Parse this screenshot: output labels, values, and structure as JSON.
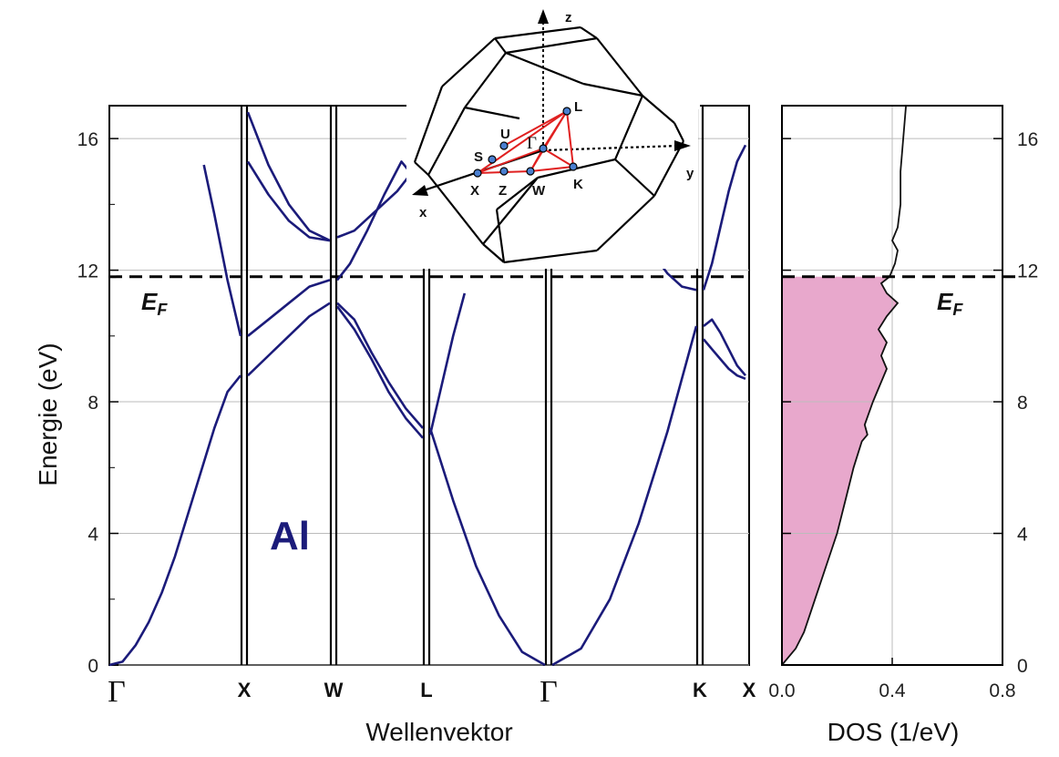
{
  "chart_data": [
    {
      "type": "line",
      "material": "Al",
      "xlabel": "Wellenvektor",
      "ylabel": "Energie   (eV)",
      "kpoints": [
        "Γ",
        "X",
        "W",
        "L",
        "Γ",
        "K",
        "X"
      ],
      "ylim": [
        0,
        17
      ],
      "yticks": [
        0,
        4,
        8,
        12,
        16
      ],
      "fermi_energy": 11.8,
      "fermi_label": "E",
      "fermi_label_sub": "F",
      "band_color": "#1b1b7a",
      "bands": [
        {
          "segment": "Γ-X",
          "x": [
            0,
            0.1,
            0.2,
            0.3,
            0.4,
            0.5,
            0.6,
            0.7,
            0.8,
            0.9,
            1.0
          ],
          "y": [
            0.0,
            0.1,
            0.6,
            1.3,
            2.2,
            3.3,
            4.6,
            5.9,
            7.2,
            8.3,
            8.8
          ]
        },
        {
          "segment": "Γ-X",
          "x": [
            0.72,
            0.8,
            0.9,
            1.0
          ],
          "y": [
            15.2,
            13.7,
            11.7,
            10.0
          ]
        },
        {
          "segment": "X-W",
          "x": [
            0,
            0.25,
            0.5,
            0.75,
            1.0
          ],
          "y": [
            8.8,
            9.4,
            10.0,
            10.6,
            11.0
          ]
        },
        {
          "segment": "X-W",
          "x": [
            0,
            0.25,
            0.5,
            0.75,
            1.0
          ],
          "y": [
            10.0,
            10.5,
            11.0,
            11.5,
            11.7
          ]
        },
        {
          "segment": "X-W",
          "x": [
            0,
            0.25,
            0.5,
            0.75,
            1.0
          ],
          "y": [
            15.3,
            14.3,
            13.5,
            13.0,
            12.9
          ]
        },
        {
          "segment": "X-W",
          "x": [
            0,
            0.25,
            0.5,
            0.75,
            1.0
          ],
          "y": [
            16.8,
            15.2,
            14.0,
            13.2,
            12.9
          ]
        },
        {
          "segment": "W-L",
          "x": [
            0,
            0.15,
            0.35,
            0.55,
            0.75,
            1.0
          ],
          "y": [
            11.7,
            12.2,
            13.2,
            14.3,
            15.3,
            14.5
          ]
        },
        {
          "segment": "W-L",
          "x": [
            0,
            0.2,
            0.45,
            0.7,
            1.0
          ],
          "y": [
            13.0,
            13.2,
            13.8,
            14.4,
            15.4
          ]
        },
        {
          "segment": "W-L",
          "x": [
            0,
            0.2,
            0.4,
            0.6,
            0.8,
            1.0
          ],
          "y": [
            11.0,
            10.5,
            9.5,
            8.6,
            7.8,
            7.2
          ]
        },
        {
          "segment": "W-L",
          "x": [
            0,
            0.2,
            0.4,
            0.6,
            0.8,
            1.0
          ],
          "y": [
            10.9,
            10.2,
            9.3,
            8.3,
            7.5,
            6.9
          ]
        },
        {
          "segment": "L-Γ",
          "x": [
            0,
            0.2,
            0.4,
            0.6,
            0.8,
            1.0
          ],
          "y": [
            7.2,
            5.0,
            3.0,
            1.5,
            0.4,
            0.0
          ]
        },
        {
          "segment": "L-Γ",
          "x": [
            0,
            0.1,
            0.2,
            0.3
          ],
          "y": [
            7.0,
            8.5,
            10.0,
            11.3
          ]
        },
        {
          "segment": "Γ-K",
          "x": [
            0,
            0.2,
            0.4,
            0.6,
            0.8,
            1.0
          ],
          "y": [
            0.0,
            0.5,
            2.0,
            4.3,
            7.1,
            10.3
          ]
        },
        {
          "segment": "Γ-K",
          "x": [
            0.68,
            0.8,
            0.9,
            1.0
          ],
          "y": [
            12.6,
            11.9,
            11.5,
            11.4
          ]
        },
        {
          "segment": "K-X",
          "x": [
            0,
            0.2,
            0.4,
            0.6,
            0.8,
            1.0
          ],
          "y": [
            10.3,
            10.5,
            10.1,
            9.6,
            9.1,
            8.8
          ]
        },
        {
          "segment": "K-X",
          "x": [
            0,
            0.2,
            0.4,
            0.6,
            0.8,
            1.0
          ],
          "y": [
            9.9,
            9.6,
            9.3,
            9.0,
            8.8,
            8.7
          ]
        },
        {
          "segment": "K-X",
          "x": [
            0,
            0.2,
            0.4,
            0.6,
            0.8,
            1.0
          ],
          "y": [
            11.4,
            12.2,
            13.3,
            14.4,
            15.3,
            15.8
          ]
        }
      ]
    },
    {
      "type": "area",
      "xlabel": "DOS (1/eV)",
      "xlim": [
        0,
        0.8
      ],
      "xticks": [
        "0.0",
        "0.4",
        "0.8"
      ],
      "ylim": [
        0,
        17
      ],
      "yticks": [
        0,
        4,
        8,
        12,
        16
      ],
      "fermi_energy": 11.8,
      "fermi_label": "E",
      "fermi_label_sub": "F",
      "fill_color": "#e8a8cc",
      "dos": {
        "energy": [
          0,
          0.5,
          1,
          2,
          3,
          4,
          5,
          6,
          6.8,
          7.0,
          7.3,
          8,
          8.6,
          9,
          9.4,
          9.8,
          10.2,
          10.6,
          11.0,
          11.3,
          11.6,
          11.8,
          12.2,
          12.6,
          12.9,
          13.3,
          14,
          15,
          16,
          17
        ],
        "value": [
          0.0,
          0.05,
          0.08,
          0.12,
          0.16,
          0.2,
          0.23,
          0.26,
          0.29,
          0.31,
          0.3,
          0.33,
          0.36,
          0.38,
          0.36,
          0.38,
          0.35,
          0.38,
          0.42,
          0.38,
          0.36,
          0.39,
          0.41,
          0.42,
          0.4,
          0.42,
          0.43,
          0.43,
          0.44,
          0.45
        ]
      }
    }
  ],
  "inset": {
    "axes": [
      "x",
      "y",
      "z"
    ],
    "points": [
      "L",
      "U",
      "S",
      "Γ",
      "X",
      "Z",
      "W",
      "K"
    ],
    "path_color": "#e02020"
  }
}
